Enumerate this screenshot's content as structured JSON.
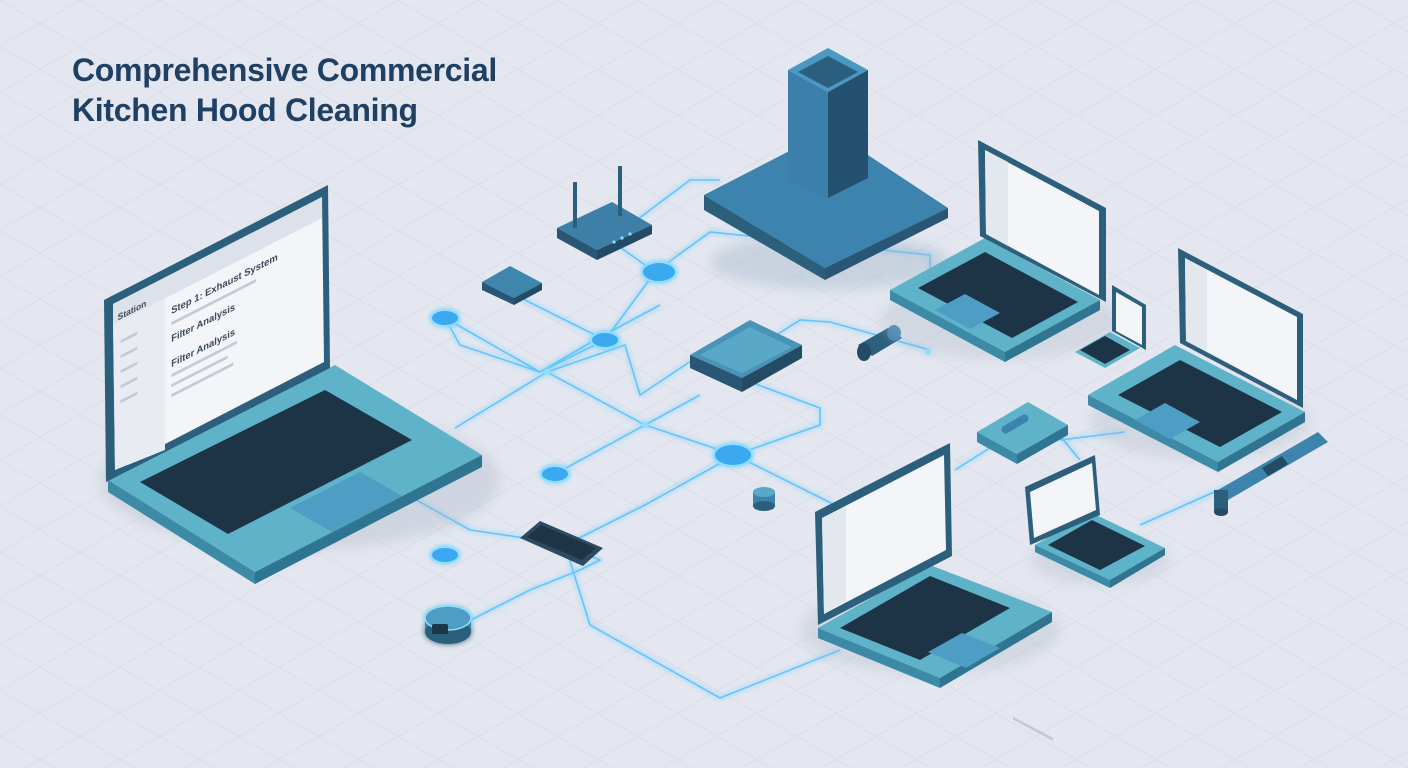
{
  "title": {
    "line1": "Comprehensive Commercial",
    "line2": "Kitchen Hood Cleaning"
  },
  "main_laptop": {
    "screen_header": "Station",
    "items": [
      "Step 1: Exhaust System",
      "Filter Analysis",
      "Filter Analysis"
    ]
  },
  "colors": {
    "background": "#e4e7ef",
    "grid": "#d3d8e2",
    "title": "#1f3f63",
    "device_teal": "#5fb3c9",
    "device_dark": "#2c5f7c",
    "hood": "#3c84ad",
    "glow": "#3fb6ff"
  },
  "icons": [
    "laptop-icon",
    "range-hood-icon",
    "router-icon",
    "network-node-icon",
    "switch-box-icon",
    "phone-icon",
    "tablet-icon",
    "pipe-icon",
    "sensor-puck-icon"
  ]
}
